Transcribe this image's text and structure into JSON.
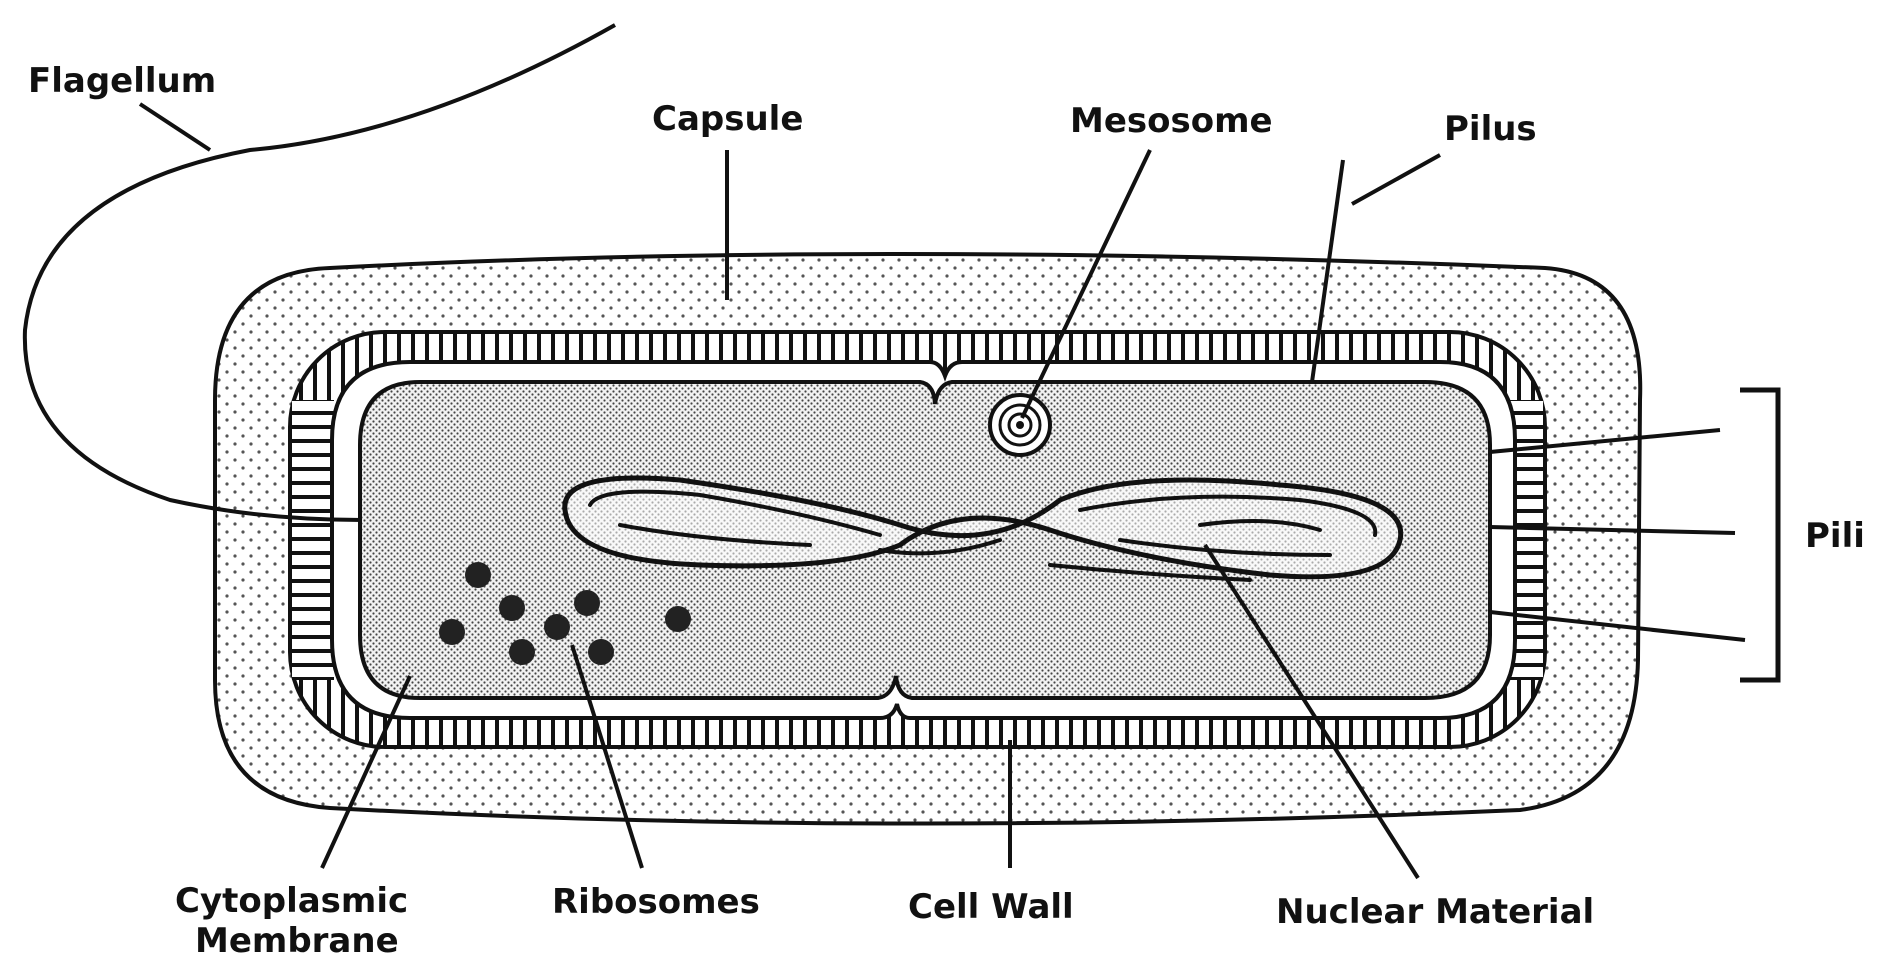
{
  "labels": {
    "flagellum": "Flagellum",
    "capsule": "Capsule",
    "mesosome": "Mesosome",
    "pilus": "Pilus",
    "pili": "Pili",
    "cytoplasmic_line1": "Cytoplasmic",
    "cytoplasmic_line2": "Membrane",
    "ribosomes": "Ribosomes",
    "cell_wall": "Cell Wall",
    "nuclear_material": "Nuclear Material"
  },
  "colors": {
    "ink": "#111111",
    "paper": "#ffffff",
    "stipple": "#555555"
  }
}
